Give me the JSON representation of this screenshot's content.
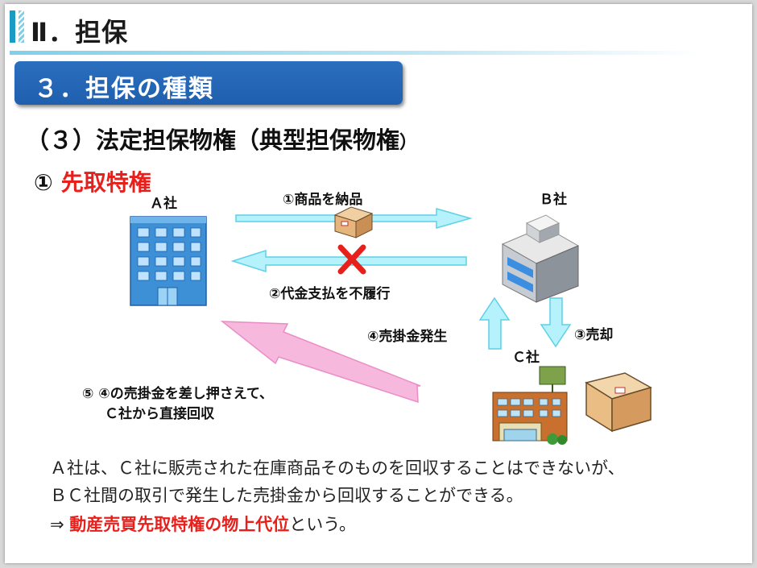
{
  "header": {
    "section_title": "Ⅱ．担保"
  },
  "subheader": {
    "title": "３．担保の種類"
  },
  "heading": {
    "main": "（３）法定担保物権（典型担保物権",
    "close": "）"
  },
  "item": {
    "number": "①",
    "title": "先取特権"
  },
  "diagram": {
    "company_a": "Ａ社",
    "company_b": "Ｂ社",
    "company_c": "Ｃ社",
    "step1": "①商品を納品",
    "step2": "②代金支払を不履行",
    "step3": "③売却",
    "step4": "④売掛金発生",
    "step5_line1": "⑤  ④の売掛金を差し押さえて、",
    "step5_line2": "Ｃ社から直接回収"
  },
  "body": {
    "line1": "Ａ社は、Ｃ社に販売された在庫商品そのものを回収することはできないが、",
    "line2": "ＢＣ社間の取引で発生した売掛金から回収することができる。",
    "arrow": "⇒",
    "highlight": "動産売買先取特権の物上代位",
    "suffix": "という。"
  },
  "colors": {
    "accent": "#e8201c",
    "header_blue": "#1f5fae",
    "arrow_cyan": "#b5f2fb",
    "arrow_pink": "#f6b8dc"
  }
}
